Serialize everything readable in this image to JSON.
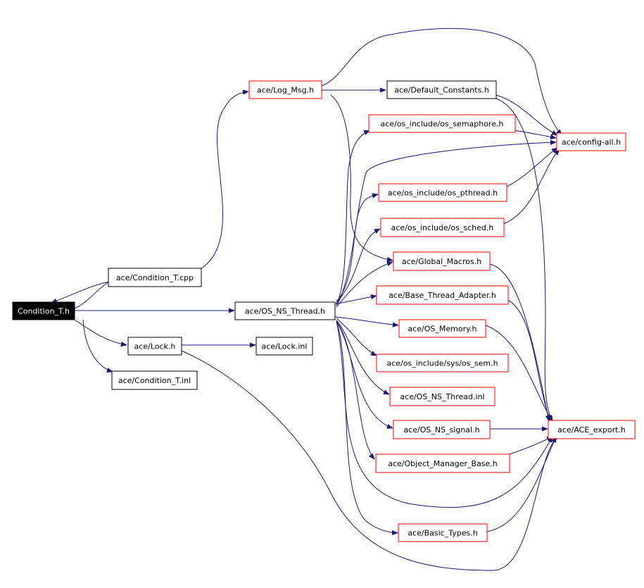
{
  "colors": {
    "edge": "#191970",
    "root_fill": "#000000",
    "root_text": "#ffffff",
    "external_border": "#ff0000",
    "local_border": "#000000",
    "text": "#000000"
  },
  "nodes": [
    {
      "id": "condition_t_h",
      "label": "Condition_T.h",
      "kind": "root"
    },
    {
      "id": "condition_t_cpp",
      "label": "ace/Condition_T.cpp",
      "kind": "local"
    },
    {
      "id": "lock_h",
      "label": "ace/Lock.h",
      "kind": "local"
    },
    {
      "id": "condition_t_inl",
      "label": "ace/Condition_T.inl",
      "kind": "local"
    },
    {
      "id": "log_msg_h",
      "label": "ace/Log_Msg.h",
      "kind": "external"
    },
    {
      "id": "os_ns_thread_h",
      "label": "ace/OS_NS_Thread.h",
      "kind": "local"
    },
    {
      "id": "lock_inl",
      "label": "ace/Lock.inl",
      "kind": "local"
    },
    {
      "id": "default_constants_h",
      "label": "ace/Default_Constants.h",
      "kind": "local"
    },
    {
      "id": "os_semaphore_h",
      "label": "ace/os_include/os_semaphore.h",
      "kind": "external"
    },
    {
      "id": "os_pthread_h",
      "label": "ace/os_include/os_pthread.h",
      "kind": "external"
    },
    {
      "id": "os_sched_h",
      "label": "ace/os_include/os_sched.h",
      "kind": "external"
    },
    {
      "id": "global_macros_h",
      "label": "ace/Global_Macros.h",
      "kind": "external"
    },
    {
      "id": "base_thread_adapter_h",
      "label": "ace/Base_Thread_Adapter.h",
      "kind": "external"
    },
    {
      "id": "os_memory_h",
      "label": "ace/OS_Memory.h",
      "kind": "external"
    },
    {
      "id": "os_sem_h",
      "label": "ace/os_include/sys/os_sem.h",
      "kind": "external"
    },
    {
      "id": "os_ns_thread_inl",
      "label": "ace/OS_NS_Thread.inl",
      "kind": "external"
    },
    {
      "id": "os_ns_signal_h",
      "label": "ace/OS_NS_signal.h",
      "kind": "external"
    },
    {
      "id": "object_manager_base_h",
      "label": "ace/Object_Manager_Base.h",
      "kind": "external"
    },
    {
      "id": "basic_types_h",
      "label": "ace/Basic_Types.h",
      "kind": "external"
    },
    {
      "id": "config_all_h",
      "label": "ace/config-all.h",
      "kind": "external"
    },
    {
      "id": "ace_export_h",
      "label": "ace/ACE_export.h",
      "kind": "external"
    }
  ]
}
